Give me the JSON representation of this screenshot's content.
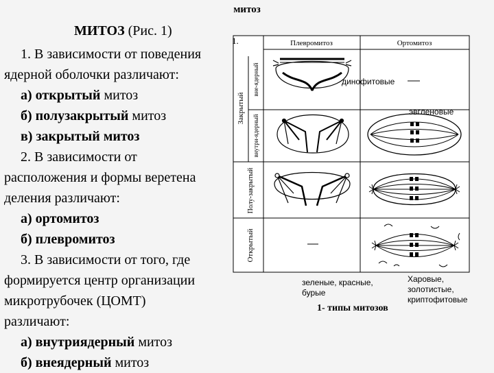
{
  "header": {
    "title": "митоз"
  },
  "slide": {
    "title_main": "МИТОЗ",
    "title_ref": "(Рис. 1)",
    "l1a": "1. В зависимости от поведения",
    "l1b": "ядерной оболочки различают:",
    "l1c_bold": "а) открытый",
    "l1c_rest": " митоз",
    "l1d_bold": "б) полузакрытый",
    "l1d_rest": " митоз",
    "l1e": "в) закрытый митоз",
    "l2a": "2. В зависимости от",
    "l2b": "расположения и формы веретена",
    "l2c": "деления различают:",
    "l2d": "а) ортомитоз",
    "l2e": "б) плевромитоз",
    "l3a": "3. В зависимости от того, где",
    "l3b": "формируется центр организации",
    "l3c": "микротрубочек (ЦОМТ)",
    "l3d": "различают:",
    "l3e_bold": "а) внутриядерный",
    "l3e_rest": " митоз",
    "l3f_bold": "б) внеядерный",
    "l3f_rest": " митоз"
  },
  "figure": {
    "number": "1.",
    "col_pleuro": "Плевромитоз",
    "col_ortho": "Ортомитоз",
    "row_closed": "Закрытый",
    "row_closed_ext": "вне-ядерный",
    "row_closed_int": "внутри-ядерный",
    "row_semi": "Полу-закрытый",
    "row_open": "Открытый",
    "note_dino": "динофитовые",
    "note_eugl": "эвгленовые",
    "note_green": "зеленые, красные, бурые",
    "note_charo": "Харовые, золотистые, криптофитовые",
    "caption": "1- типы митозов"
  }
}
